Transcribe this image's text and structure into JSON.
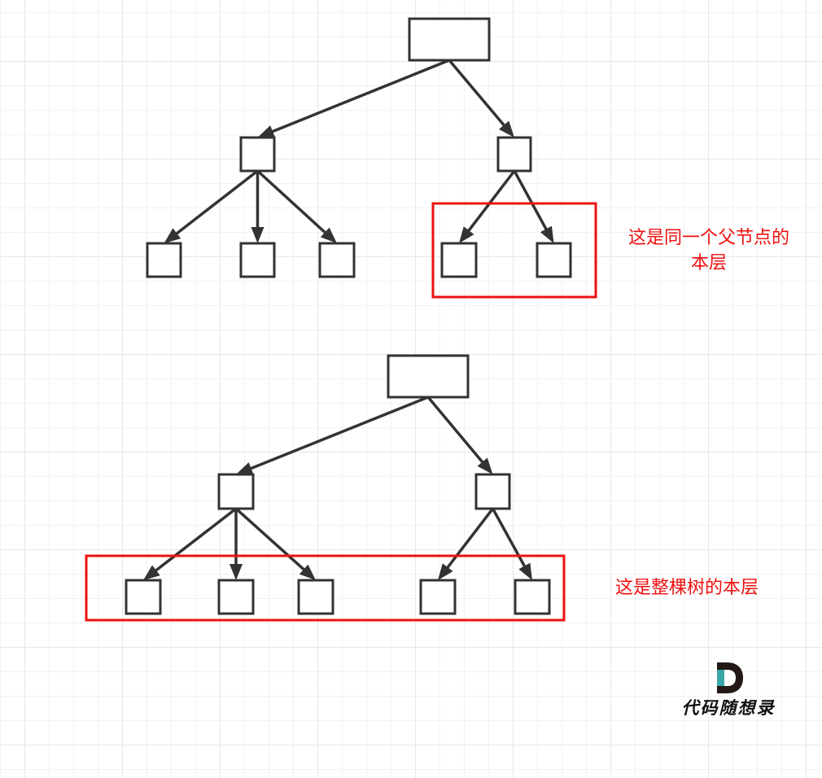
{
  "annotations": {
    "sibling_level": [
      "这是同一个父节点的",
      "本层"
    ],
    "tree_level": "这是整棵树的本层"
  },
  "logo": {
    "text": "代码随想录"
  },
  "colors": {
    "node_stroke": "#333333",
    "highlight": "#ee1111",
    "grid": "#e6e6e6",
    "logo_dark": "#231815",
    "logo_teal": "#3ba6a8"
  },
  "diagrams": [
    {
      "name": "top-tree",
      "nodes": [
        {
          "name": "root-node"
        },
        {
          "name": "left-child-node"
        },
        {
          "name": "right-child-node"
        },
        {
          "name": "left-grandchild-1"
        },
        {
          "name": "left-grandchild-2"
        },
        {
          "name": "left-grandchild-3"
        },
        {
          "name": "right-grandchild-1"
        },
        {
          "name": "right-grandchild-2"
        }
      ],
      "highlight": "siblings-of-same-parent"
    },
    {
      "name": "bottom-tree",
      "nodes": [
        {
          "name": "root-node"
        },
        {
          "name": "left-child-node"
        },
        {
          "name": "right-child-node"
        },
        {
          "name": "left-grandchild-1"
        },
        {
          "name": "left-grandchild-2"
        },
        {
          "name": "left-grandchild-3"
        },
        {
          "name": "right-grandchild-1"
        },
        {
          "name": "right-grandchild-2"
        }
      ],
      "highlight": "entire-tree-level"
    }
  ]
}
